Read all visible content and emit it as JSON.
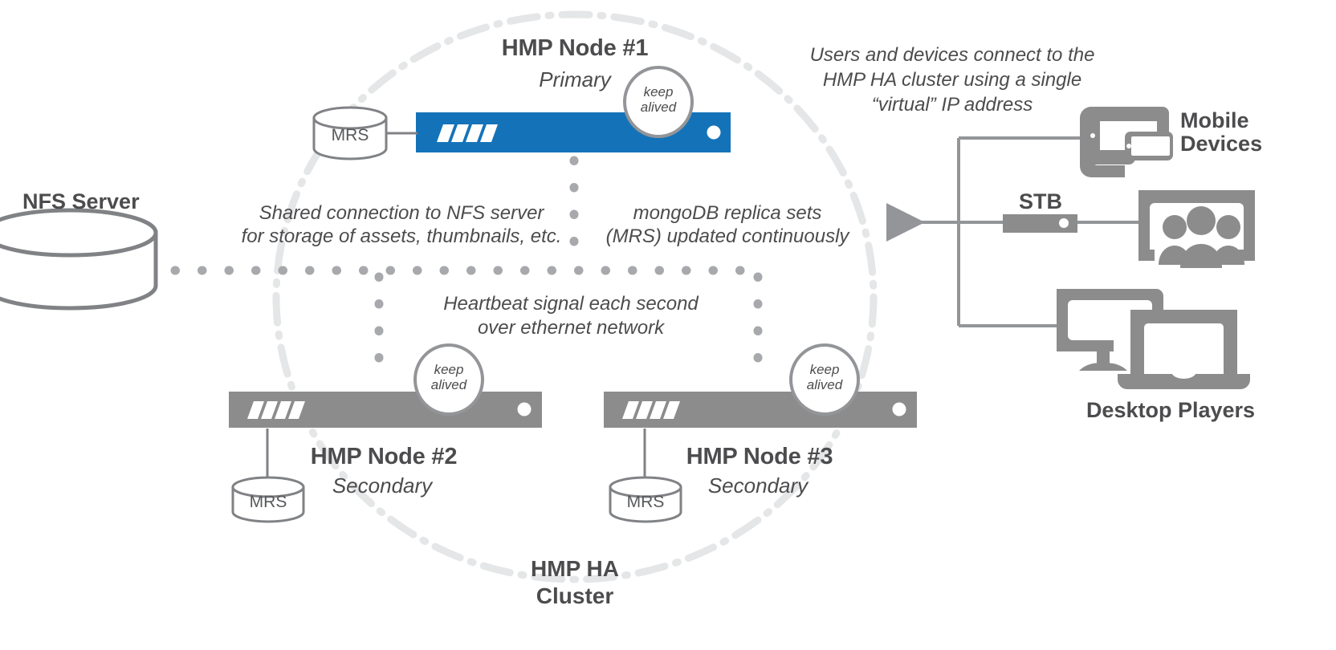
{
  "diagram": {
    "title": "HMP High Availability Cluster Architecture",
    "colors": {
      "primary_blue": "#1473B8",
      "node_gray": "#8C8C8C",
      "text_gray": "#4C4C4E",
      "line_gray": "#808285",
      "dot_gray": "#A7A9AC",
      "cluster_ring": "#E4E6E7",
      "background": "#FFFFFF"
    },
    "cluster": {
      "label_line1": "HMP HA",
      "label_line2": "Cluster",
      "boundary_style": "dash-dot-ellipse"
    },
    "nodes": [
      {
        "id": "node1",
        "title": "HMP Node #1",
        "role": "Primary",
        "color": "primary_blue",
        "keepalived_line1": "keep",
        "keepalived_line2": "alived",
        "db_label": "MRS",
        "db_position": "left"
      },
      {
        "id": "node2",
        "title": "HMP Node #2",
        "role": "Secondary",
        "color": "node_gray",
        "keepalived_line1": "keep",
        "keepalived_line2": "alived",
        "db_label": "MRS",
        "db_position": "below"
      },
      {
        "id": "node3",
        "title": "HMP Node #3",
        "role": "Secondary",
        "color": "node_gray",
        "keepalived_line1": "keep",
        "keepalived_line2": "alived",
        "db_label": "MRS",
        "db_position": "below"
      }
    ],
    "storage": {
      "label": "NFS Server",
      "shape": "cylinder"
    },
    "annotations": [
      {
        "id": "nfs-note",
        "line1": "Shared connection to NFS server",
        "line2": "for storage of assets, thumbnails, etc."
      },
      {
        "id": "mongo-note",
        "line1": "mongoDB replica sets",
        "line2": "(MRS) updated continuously"
      },
      {
        "id": "heartbeat-note",
        "line1": "Heartbeat signal each second",
        "line2": "over ethernet network"
      },
      {
        "id": "vip-note",
        "line1": "Users and devices connect to the",
        "line2": "HMP HA cluster using a single",
        "line3": "“virtual” IP address"
      }
    ],
    "clients": [
      {
        "id": "mobile",
        "label_line1": "Mobile",
        "label_line2": "Devices",
        "icon": "tablet-phone-icon"
      },
      {
        "id": "stb",
        "label": "STB",
        "icon": "set-top-box-icon",
        "downstream_icon": "tv-viewers-icon"
      },
      {
        "id": "desktop",
        "label": "Desktop Players",
        "icon": "monitor-laptop-icon"
      }
    ]
  }
}
